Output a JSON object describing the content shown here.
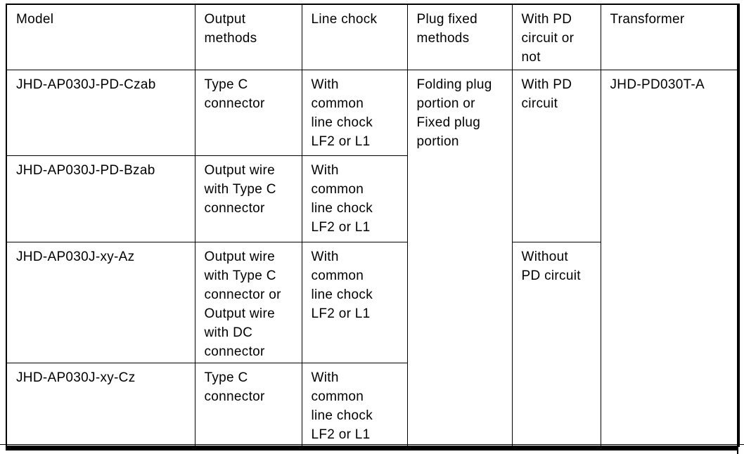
{
  "table": {
    "headers": {
      "model": "Model",
      "output_methods": "Output\nmethods",
      "line_chock": "Line chock",
      "plug_fixed_methods": "Plug fixed\nmethods",
      "pd_circuit": "With PD\ncircuit or\nnot",
      "transformer": "Transformer"
    },
    "rows": [
      {
        "model": "JHD-AP030J-PD-Czab",
        "output": "Type C\nconnector",
        "chock": "With\ncommon\nline chock\nLF2 or L1"
      },
      {
        "model": "JHD-AP030J-PD-Bzab",
        "output": "Output wire\nwith Type C\nconnector",
        "chock": "With\ncommon\nline chock\nLF2 or L1"
      },
      {
        "model": "JHD-AP030J-xy-Az",
        "output": "Output wire\nwith Type C\nconnector or\nOutput wire\nwith DC\nconnector",
        "chock": "With\ncommon\nline chock\nLF2 or L1"
      },
      {
        "model": "JHD-AP030J-xy-Cz",
        "output": "Type C\nconnector",
        "chock": "With\ncommon\nline chock\nLF2 or L1"
      }
    ],
    "merged": {
      "plug_fixed": "Folding plug\nportion or\nFixed plug\nportion",
      "with_pd": "With PD\ncircuit",
      "without_pd": "Without\nPD circuit",
      "transformer_model": "JHD-PD030T-A"
    }
  }
}
